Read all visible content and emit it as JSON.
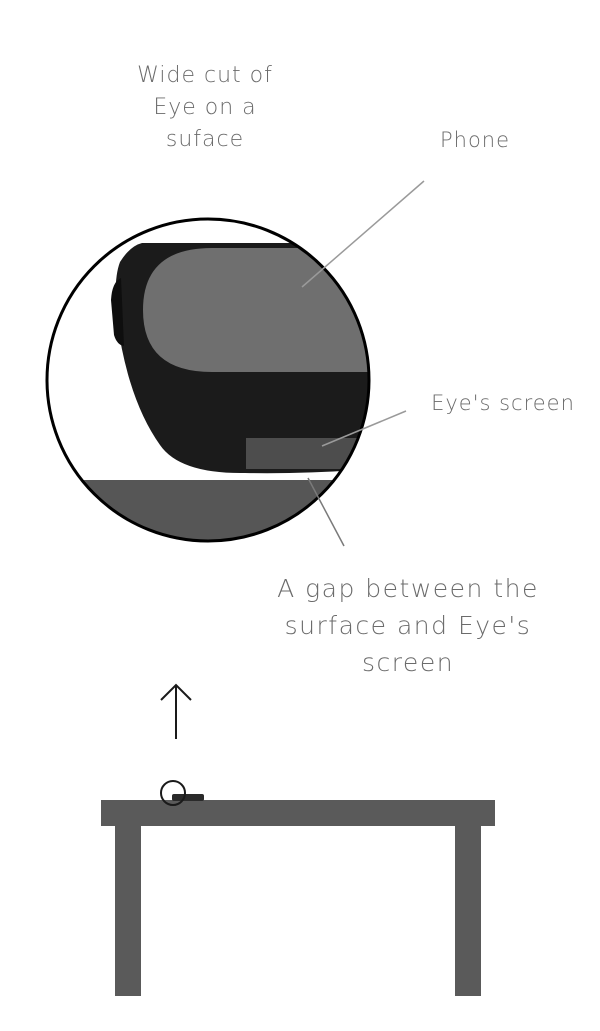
{
  "labels": {
    "title": "Wide cut of\nEye on a\nsuface",
    "phone": "Phone",
    "eye_screen": "Eye's screen",
    "gap": "A gap between the\nsurface and Eye's\nscreen"
  },
  "icons": {
    "up_arrow": "arrow-up-icon"
  },
  "colors": {
    "background": "#ffffff",
    "text": "#6b6b6b",
    "phone_body": "#1b1b1b",
    "phone_screen": "#6f6f6f",
    "eye_screen": "#4d4d4d",
    "surface": "#565656",
    "table": "#5a5a5a",
    "leader_line": "#9a9a9a"
  }
}
